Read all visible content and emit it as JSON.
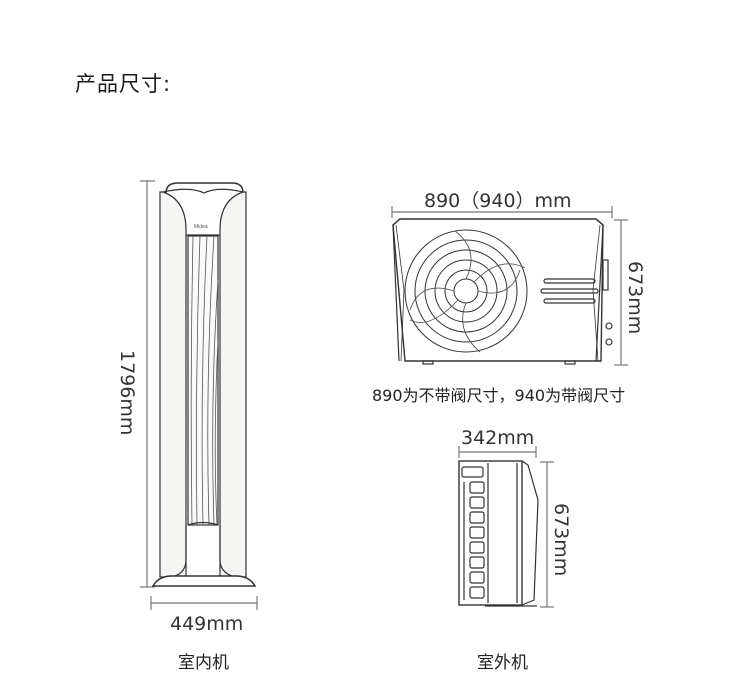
{
  "page": {
    "title": "产品尺寸:"
  },
  "indoor_unit": {
    "label": "室内机",
    "height_dim": "1796mm",
    "width_dim": "449mm",
    "brand_mark": "Midea"
  },
  "outdoor_unit": {
    "label": "室外机",
    "front_width_dim": "890（940）mm",
    "front_height_dim": "673mm",
    "note": "890为不带阀尺寸，940为带阀尺寸",
    "side_depth_dim": "342mm",
    "side_height_dim": "673mm"
  },
  "colors": {
    "line": "#333333",
    "dim_line": "#666666",
    "panel_fill": "#f5f5f3",
    "background": "#ffffff"
  }
}
